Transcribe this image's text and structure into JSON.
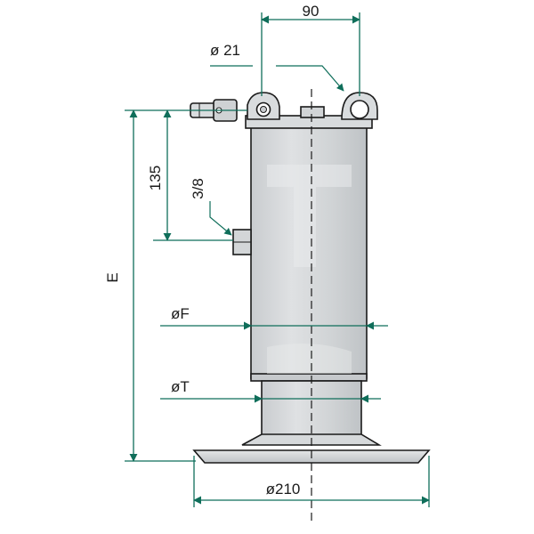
{
  "labels": {
    "width_90": "90",
    "dia_21": "ø 21",
    "height_135": "135",
    "port_3_8": "3/8",
    "height_E": "E",
    "dia_F": "øF",
    "dia_T": "øT",
    "dia_210": "ø210"
  },
  "colors": {
    "dimension": "#0f6e5a",
    "outline": "#1a1a1a",
    "body_fill": "#d4d7d9",
    "body_highlight": "#e8eaeb",
    "watermark": "#f2f3f3"
  }
}
